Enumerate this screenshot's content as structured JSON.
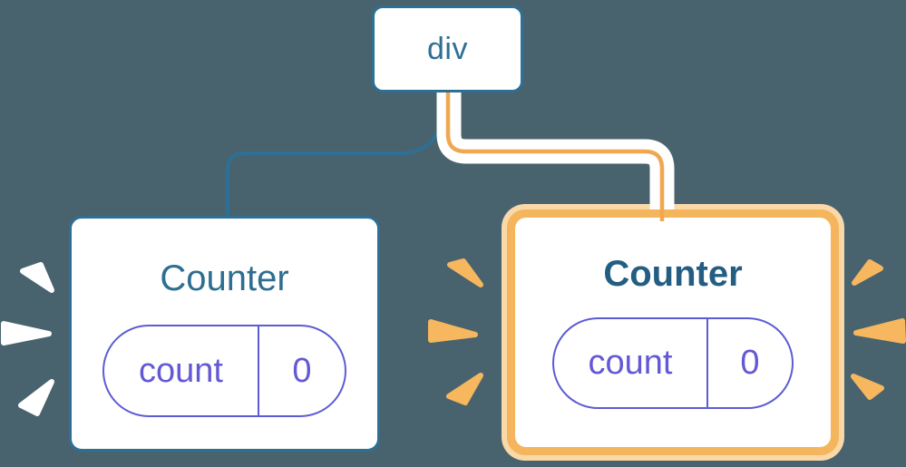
{
  "diagram": {
    "root": {
      "label": "div"
    },
    "nodes": [
      {
        "id": "counter-left",
        "title": "Counter",
        "highlighted": false,
        "state_pill": {
          "key": "count",
          "value": "0"
        }
      },
      {
        "id": "counter-right",
        "title": "Counter",
        "highlighted": true,
        "state_pill": {
          "key": "count",
          "value": "0"
        }
      }
    ],
    "edges": [
      {
        "from": "div",
        "to": "counter-left",
        "style": "plain-blue"
      },
      {
        "from": "div",
        "to": "counter-right",
        "style": "orange-with-white-casing"
      }
    ],
    "sparkles": {
      "left_of_left_card": "white",
      "left_of_right_card": "orange",
      "right_of_right_card": "orange"
    }
  },
  "colors": {
    "background": "#49636E",
    "node_blue": "#2E6F94",
    "title_blue": "#2D6E91",
    "title_blue_bold": "#235E82",
    "pill_purple": "#5C5CD4",
    "pill_text_purple": "#6358D6",
    "edge_orange": "#F0A850",
    "highlight_band_orange": "#F5B55C",
    "highlight_glow_orange": "#FAD8A8",
    "sparkle_orange": "#F6B75F",
    "sparkle_white": "#FFFFFF"
  }
}
